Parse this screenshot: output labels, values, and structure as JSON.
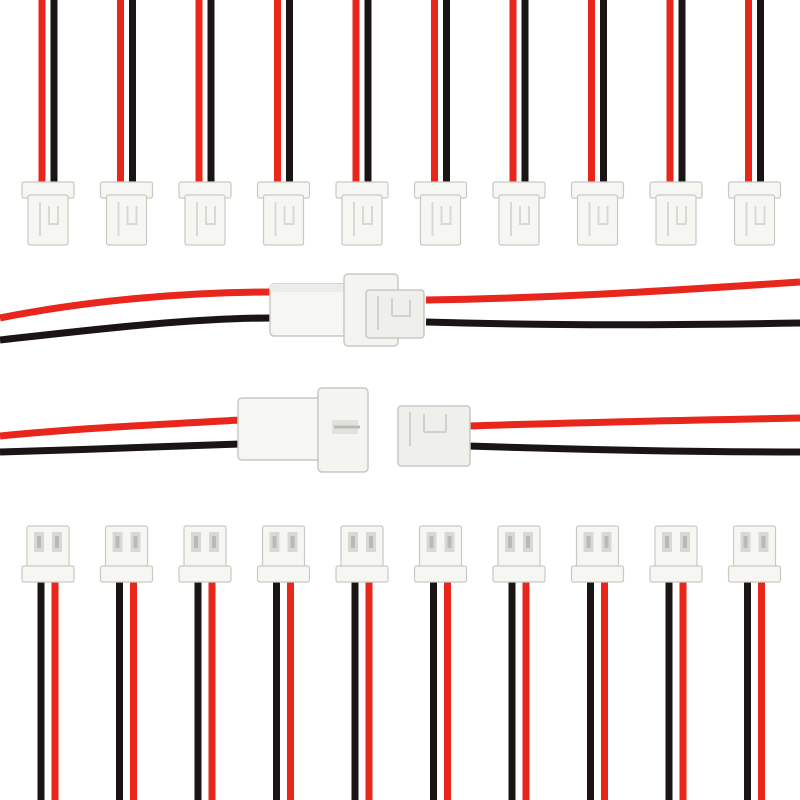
{
  "scene": {
    "subject": "two-pin-connector-wire-set",
    "top_row_count": 10,
    "bottom_row_count": 10,
    "colors": {
      "background": "#ffffff",
      "red_wire": "#e8261c",
      "red_wire_shade": "#b8140c",
      "black_wire": "#1a1414",
      "housing": "#f6f6f3",
      "housing_shade": "#d9d9d4",
      "housing_outline": "#c9c9c3",
      "pin_metal": "#b9b9b9"
    }
  }
}
